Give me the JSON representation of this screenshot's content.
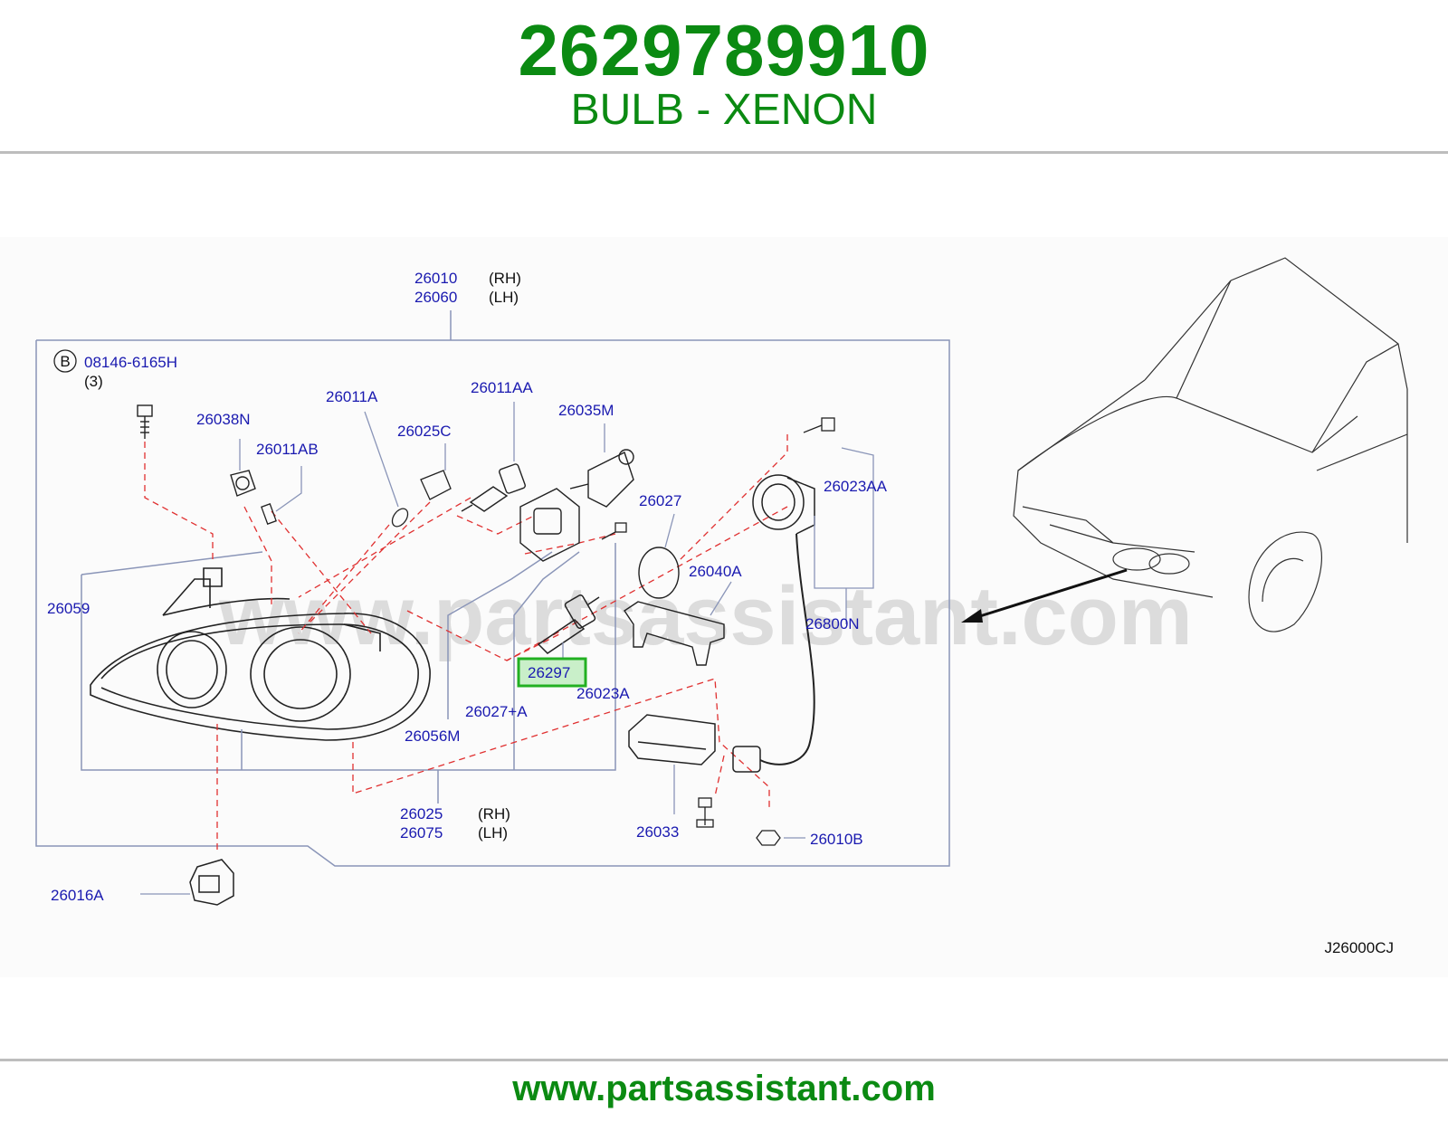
{
  "header": {
    "part_number": "2629789910",
    "description": "BULB - XENON"
  },
  "diagram": {
    "watermark": "www.partsassistant.com",
    "figure_code": "J26000CJ",
    "highlighted_part": "26297",
    "callouts": {
      "c26010": "26010",
      "c26010_side": "(RH)",
      "c26060": "26060",
      "c26060_side": "(LH)",
      "bolt_circle": "B",
      "bolt_no": "08146-6165H",
      "bolt_qty": "(3)",
      "c26011A": "26011A",
      "c26011AA": "26011AA",
      "c26035M": "26035M",
      "c26038N": "26038N",
      "c26025C": "26025C",
      "c26011AB": "26011AB",
      "c26027": "26027",
      "c26023AA": "26023AA",
      "c26040A": "26040A",
      "c26059": "26059",
      "c26800N": "26800N",
      "c26297": "26297",
      "c26023A": "26023A",
      "c26027A": "26027+A",
      "c26056M": "26056M",
      "c26025": "26025",
      "c26025_side": "(RH)",
      "c26075": "26075",
      "c26075_side": "(LH)",
      "c26033": "26033",
      "c26010B": "26010B",
      "c26016A": "26016A"
    }
  },
  "footer": {
    "url": "www.partsassistant.com"
  },
  "colors": {
    "brand_green": "#0b8a12",
    "callout_blue": "#1a1ab0",
    "dashed_red": "#e03030",
    "highlight_box": "#22b022",
    "watermark": "#d9d9d9"
  }
}
